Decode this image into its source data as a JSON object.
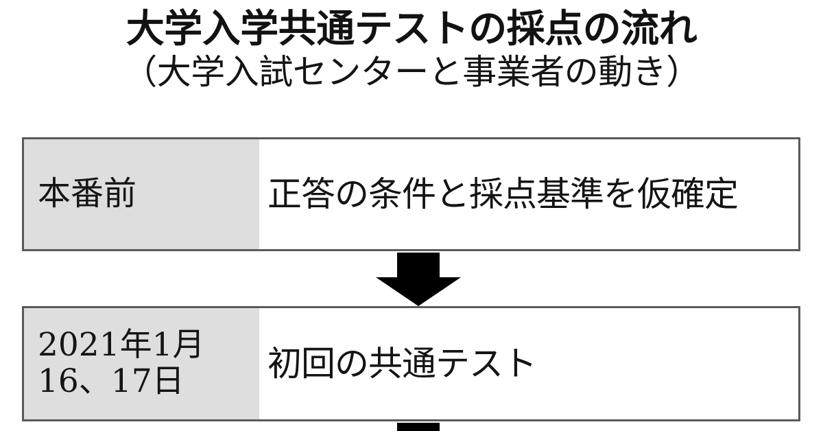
{
  "header": {
    "title": "大学入学共通テストの採点の流れ",
    "subtitle": "（大学入試センターと事業者の動き）"
  },
  "flow": {
    "rows": [
      {
        "label": "本番前",
        "body": "正答の条件と採点基準を仮確定"
      },
      {
        "label": "2021年1月\n16、17日",
        "body": "初回の共通テスト"
      }
    ]
  },
  "colors": {
    "label_cell_background": "#dededf",
    "body_cell_background": "#ffffff",
    "border": "#5a5a5a",
    "arrow": "#000000",
    "text": "#141414",
    "page_background": "#ffffff"
  },
  "icons": {
    "connector": "down-arrow-icon"
  }
}
